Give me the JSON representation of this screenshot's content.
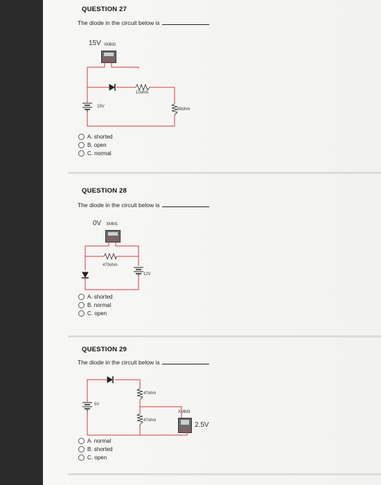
{
  "q27": {
    "title": "QUESTION 27",
    "text": "The diode in the circuit below is",
    "meter_voltage": "15V",
    "meter_name": "XMM2",
    "resistor1": "10ohm",
    "source": "15V",
    "resistor2": "68ohm",
    "options": [
      "A. shorted",
      "B. open",
      "C. normal"
    ]
  },
  "q28": {
    "title": "QUESTION 28",
    "text": "The diode in the circuit below is",
    "meter_voltage": "0V",
    "meter_name": "XMM1",
    "resistor": "470ohm",
    "source": "12V",
    "options": [
      "A. shorted",
      "B. normal",
      "C. open"
    ]
  },
  "q29": {
    "title": "QUESTION 29",
    "text": "The diode in the circuit below is",
    "resistor1": "47ohm",
    "source": "5V",
    "resistor2": "47ohm",
    "meter_name": "XMM3",
    "meter_voltage": "2.5V",
    "options": [
      "A. normal",
      "B. shorted",
      "C. open"
    ]
  }
}
